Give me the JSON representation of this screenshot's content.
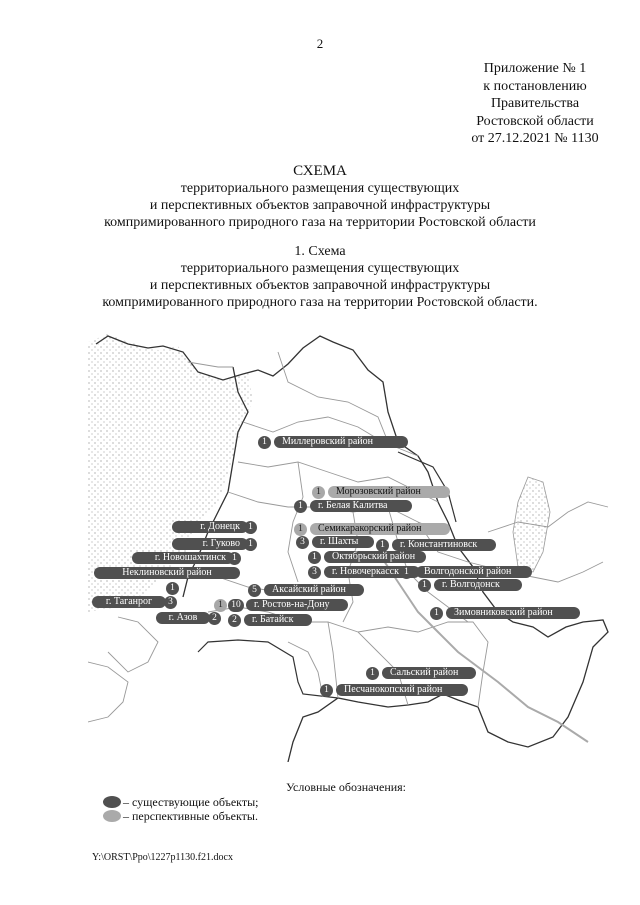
{
  "page_number": "2",
  "appendix": {
    "line1": "Приложение № 1",
    "line2": "к постановлению",
    "line3": "Правительства",
    "line4": "Ростовской области",
    "line5": "от 27.12.2021 № 1130"
  },
  "title": {
    "heading": "СХЕМА",
    "line1": "территориального размещения существующих",
    "line2": "и перспективных объектов заправочной инфраструктуры",
    "line3": "компримированного природного газа на территории Ростовской области"
  },
  "subtitle": {
    "heading": "1. Схема",
    "line1": "территориального размещения существующих",
    "line2": "и перспективных объектов заправочной инфраструктуры",
    "line3": "компримированного природного газа на территории Ростовской области."
  },
  "colors": {
    "existing": "#505050",
    "prospective": "#aaaaaa"
  },
  "map_labels": [
    {
      "name": "Миллеровский район",
      "count": "1",
      "type": "existing"
    },
    {
      "name": "Морозовский район",
      "count": "1",
      "type": "prospective"
    },
    {
      "name": "г. Белая Калитва",
      "count": "1",
      "type": "existing"
    },
    {
      "name": "Семикаракорский район",
      "count": "1",
      "type": "prospective"
    },
    {
      "name": "г. Донецк",
      "count": "1",
      "type": "existing"
    },
    {
      "name": "г. Гуково",
      "count": "1",
      "type": "existing"
    },
    {
      "name": "г. Шахты",
      "count": "3",
      "type": "existing"
    },
    {
      "name": "г. Константиновск",
      "count": "1",
      "type": "existing"
    },
    {
      "name": "г. Новошахтинск",
      "count": "1",
      "type": "existing"
    },
    {
      "name": "Октябрьский район",
      "count": "1",
      "type": "existing"
    },
    {
      "name": "Неклиновский район",
      "count": "1",
      "type": "existing"
    },
    {
      "name": "г. Новочеркасск",
      "count": "3",
      "type": "existing"
    },
    {
      "name": "Волгодонской район",
      "count": "1",
      "type": "existing"
    },
    {
      "name": "г. Волгодонск",
      "count": "1",
      "type": "existing"
    },
    {
      "name": "Аксайский район",
      "count": "5",
      "type": "existing"
    },
    {
      "name": "г. Таганрог",
      "count": "3",
      "type": "existing"
    },
    {
      "name": "г. Ростов-на-Дону",
      "count": "10",
      "type": "existing",
      "prospective_count": "1"
    },
    {
      "name": "г. Азов",
      "count": "2",
      "type": "existing"
    },
    {
      "name": "г. Батайск",
      "count": "2",
      "type": "existing"
    },
    {
      "name": "Зимовниковский район",
      "count": "1",
      "type": "existing"
    },
    {
      "name": "Сальский район",
      "count": "1",
      "type": "existing"
    },
    {
      "name": "Песчанокопский район",
      "count": "1",
      "type": "existing"
    }
  ],
  "legend": {
    "title": "Условные обозначения:",
    "existing": "– существующие объекты;",
    "prospective": "– перспективные объекты."
  },
  "footer": "Y:\\ORST\\Ppo\\1227p1130.f21.docx"
}
